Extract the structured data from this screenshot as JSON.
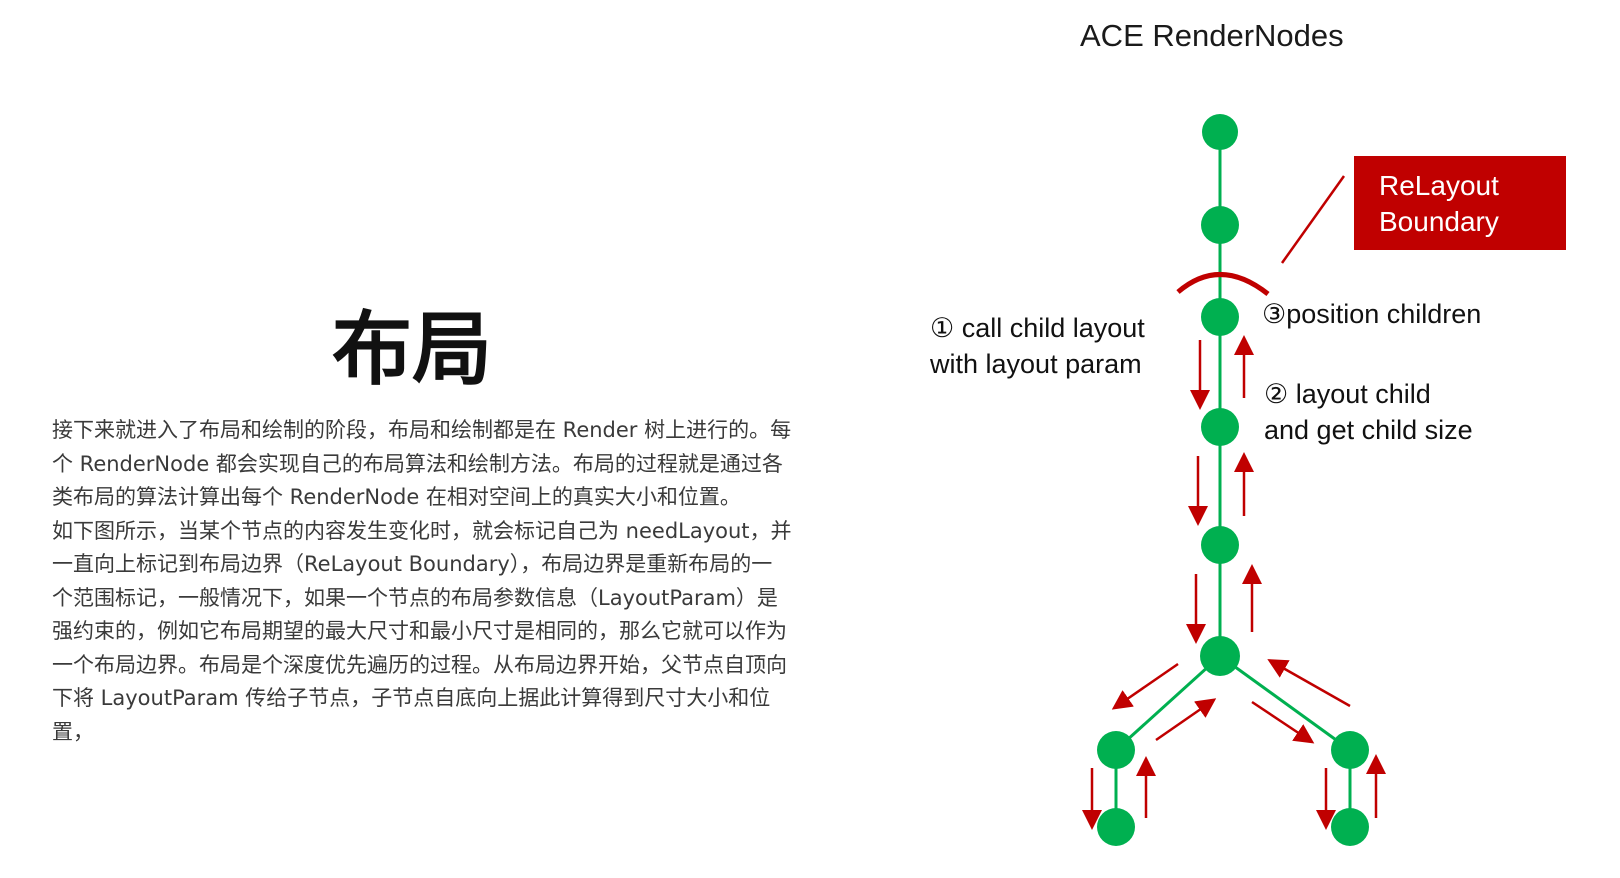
{
  "heading": "布局",
  "paragraphs": [
    "接下来就进入了布局和绘制的阶段，布局和绘制都是在 Render 树上进行的。每个 RenderNode 都会实现自己的布局算法和绘制方法。布局的过程就是通过各类布局的算法计算出每个 RenderNode 在相对空间上的真实大小和位置。",
    "如下图所示，当某个节点的内容发生变化时，就会标记自己为 needLayout，并一直向上标记到布局边界（ReLayout Boundary），布局边界是重新布局的一个范围标记，一般情况下，如果一个节点的布局参数信息（LayoutParam）是强约束的，例如它布局期望的最大尺寸和最小尺寸是相同的，那么它就可以作为一个布局边界。布局是个深度优先遍历的过程。从布局边界开始，父节点自顶向下将 LayoutParam 传给子节点，子节点自底向上据此计算得到尺寸大小和位置，"
  ],
  "diagram": {
    "title": "ACE RenderNodes",
    "boundary_box": {
      "line1": "ReLayout",
      "line2": "Boundary"
    },
    "label_call": {
      "line1": "① call child layout",
      "line2": "with layout param"
    },
    "label_position": "③position children",
    "label_layout": {
      "line1": "② layout child",
      "line2": "and get child size"
    },
    "colors": {
      "node": "#00b050",
      "edge": "#00b050",
      "arrow": "#c00000",
      "boundary": "#c00000"
    }
  }
}
